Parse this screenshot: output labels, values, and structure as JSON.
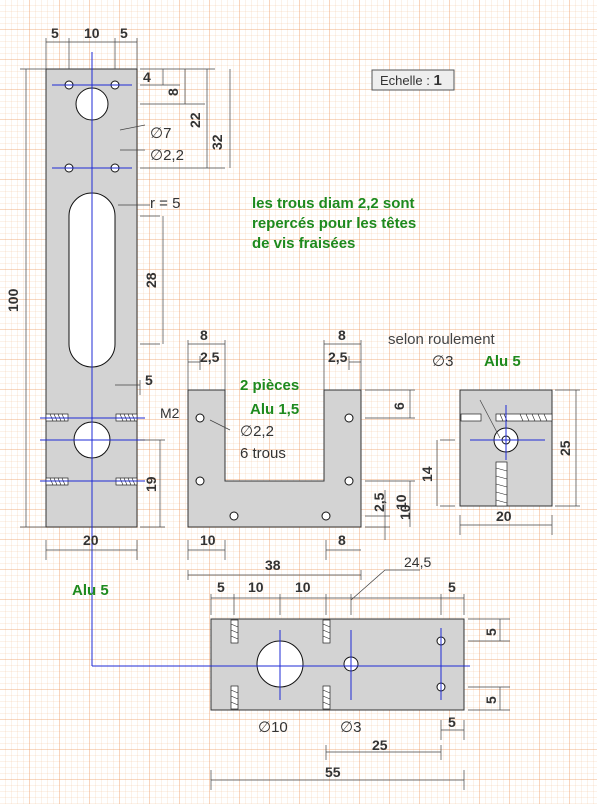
{
  "scale": {
    "label": "Echelle : ",
    "value": "1"
  },
  "notes": {
    "countersink_line1": "les trous diam 2,2 sont",
    "countersink_line2": "repercés pour les têtes",
    "countersink_line3": "de vis fraisées",
    "bearing": "selon roulement",
    "two_parts": "2 pièces",
    "alu_15": "Alu 1,5",
    "six_holes": "6 trous",
    "alu5_right": "Alu 5",
    "alu5_left": "Alu 5"
  },
  "dims": {
    "top5a": "5",
    "top10": "10",
    "top5b": "5",
    "d4": "4",
    "d8": "8",
    "d22": "22",
    "d32": "32",
    "phi7": "∅7",
    "phi22": "∅2,2",
    "r5": "r = 5",
    "d28": "28",
    "d100": "100",
    "d5": "5",
    "m2": "M2",
    "d19": "19",
    "d20": "20",
    "u8a": "8",
    "u25a": "2,5",
    "u8b": "8",
    "u25b": "2,5",
    "u6": "6",
    "uphi22": "∅2,2",
    "u10a": "10",
    "u38": "38",
    "u8c": "8",
    "u25c": "2,5",
    "u10b": "10",
    "rphi3": "∅3",
    "r25": "25",
    "r14": "14",
    "r10": "10",
    "r20": "20",
    "b5a": "5",
    "b10a": "10",
    "b10b": "10",
    "b245": "24,5",
    "b5b": "5",
    "b5c": "5",
    "b5d": "5",
    "bphi10": "∅10",
    "bphi3": "∅3",
    "b5e": "5",
    "b25": "25",
    "b55": "55"
  }
}
